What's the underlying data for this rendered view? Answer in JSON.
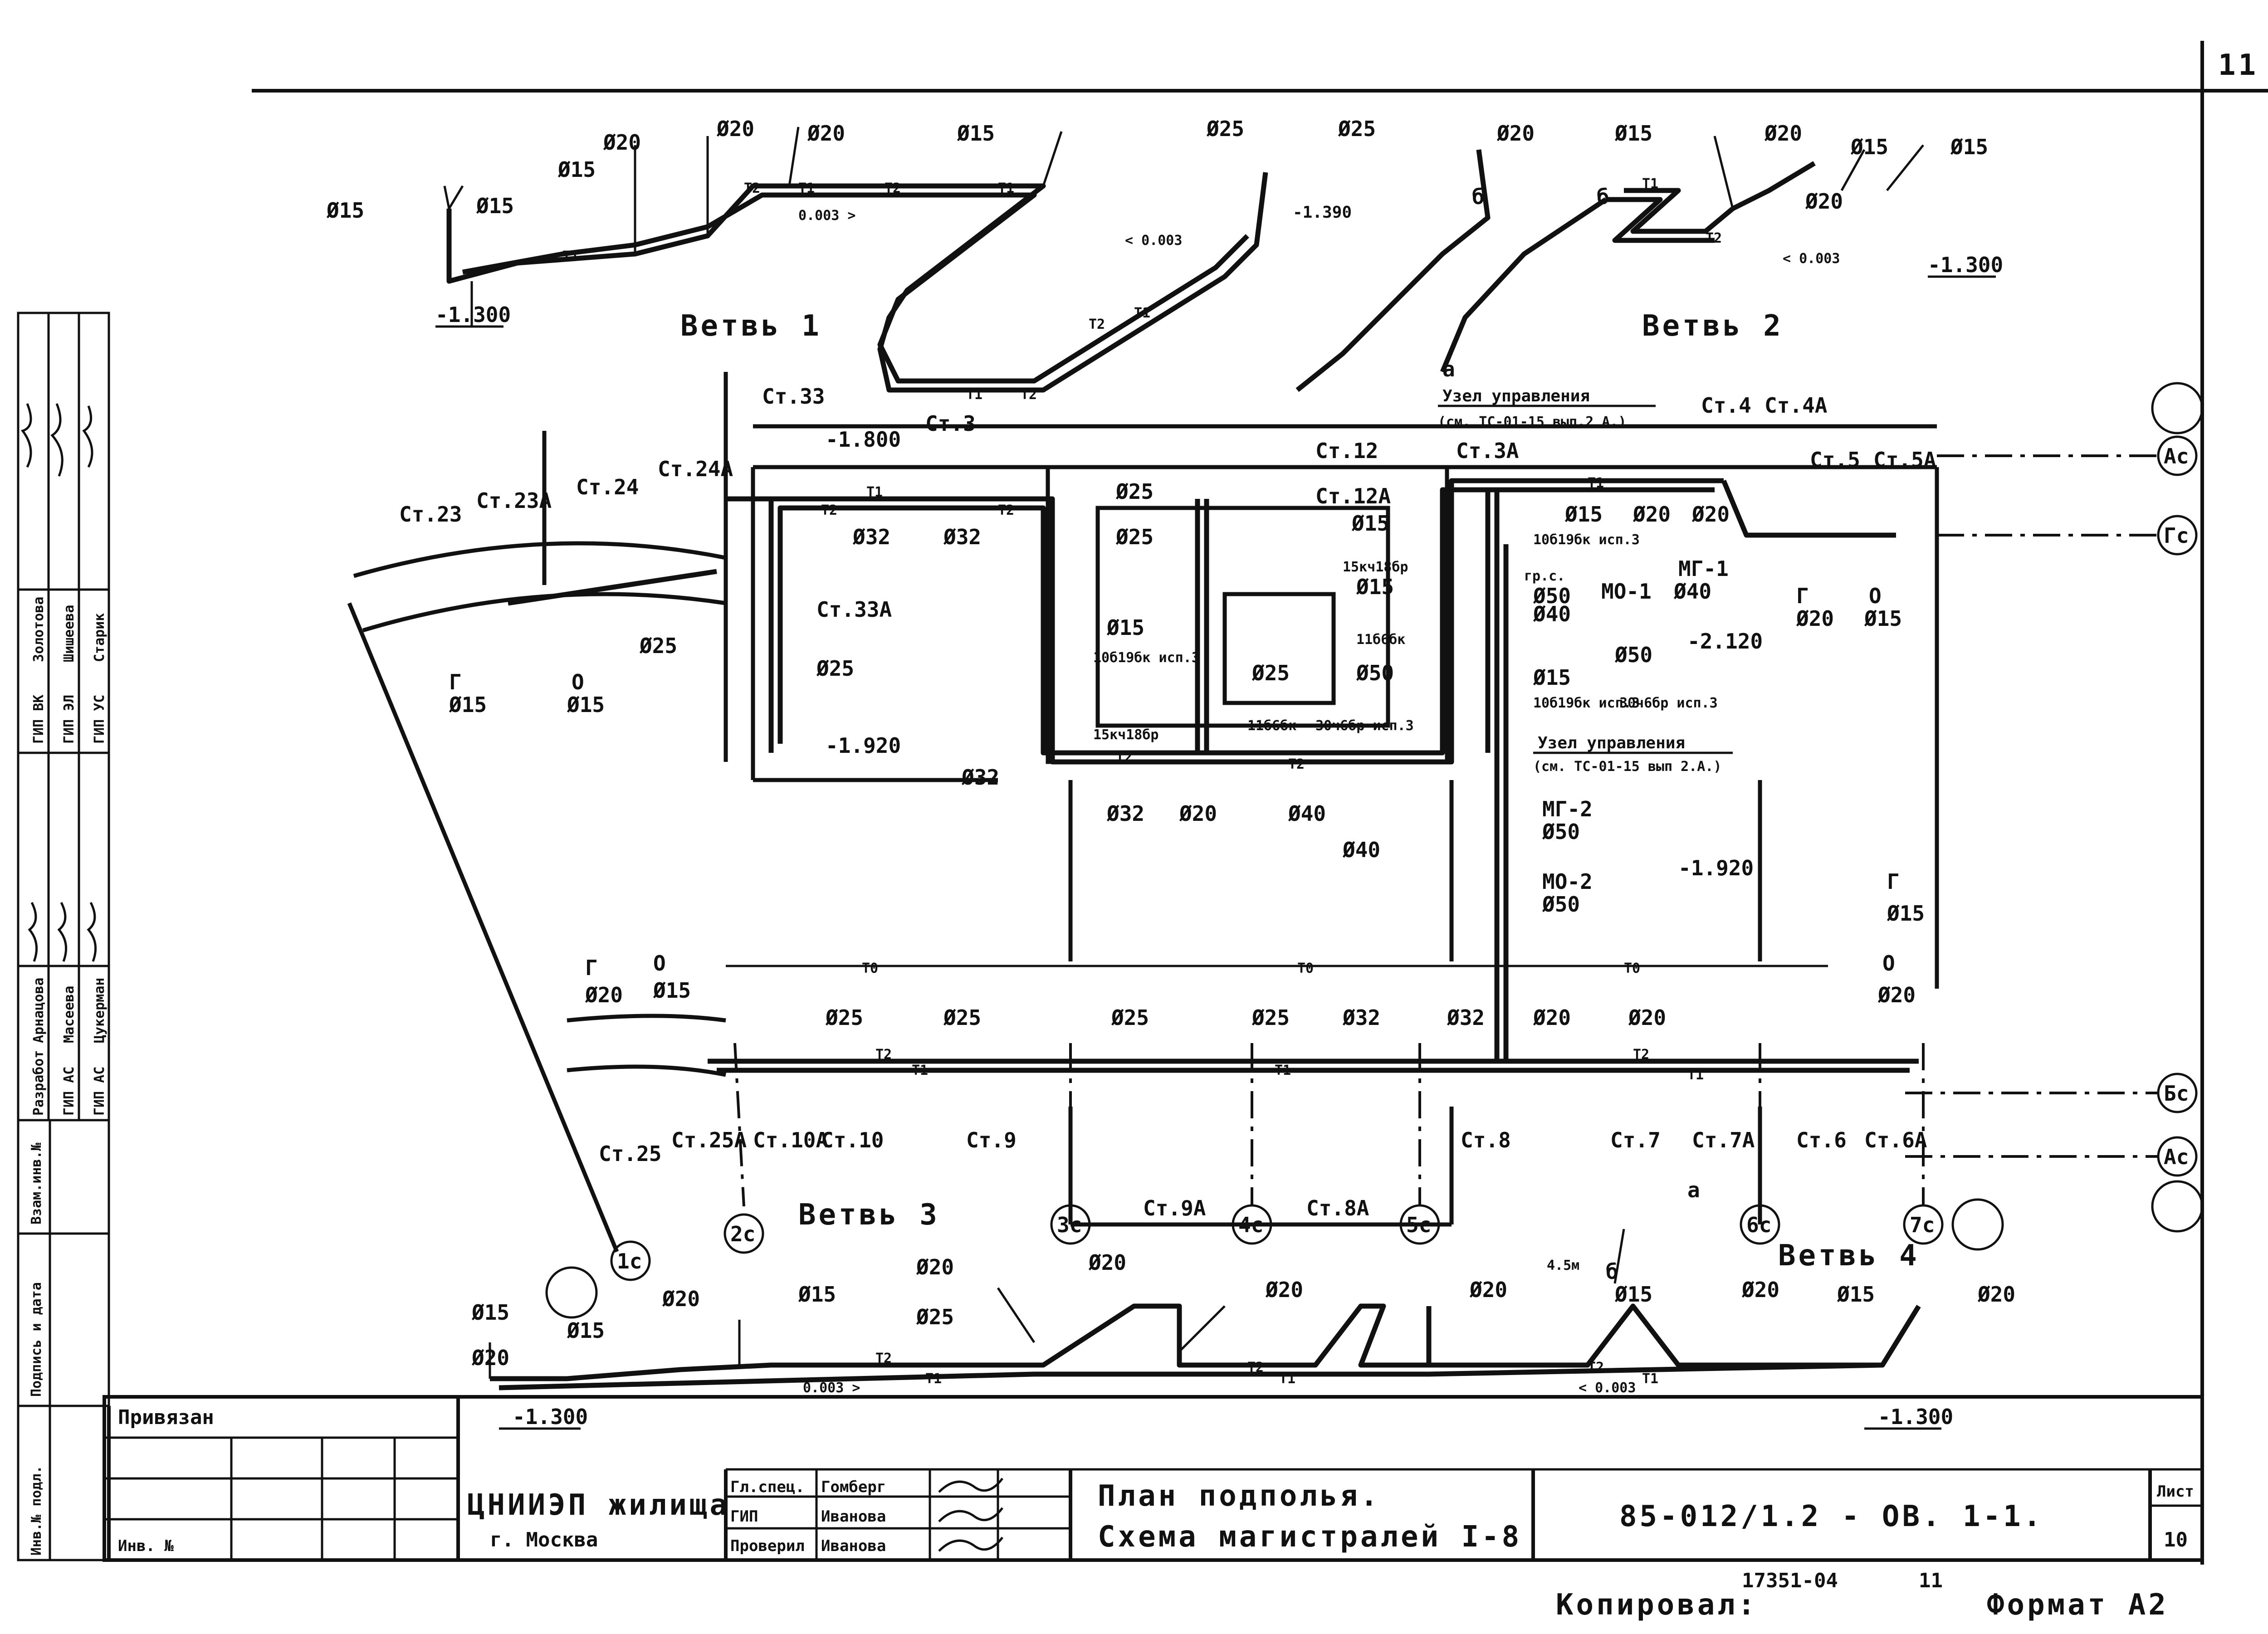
{
  "sheet_number": "11",
  "branches": {
    "b1": "Ветвь 1",
    "b2": "Ветвь 2",
    "b3": "Ветвь 3",
    "b4": "Ветвь 4"
  },
  "control_unit": {
    "title": "Узел управления",
    "ref_top": "(см. ТС-01-15 вып.2 А.)",
    "ref_bottom": "(см. ТС-01-15 вып 2.А.)"
  },
  "levels": {
    "l1300": "-1.300",
    "l1800": "-1.800",
    "l1920": "-1.920",
    "l2120": "-2.120",
    "l1390": "-1.390"
  },
  "slopes": {
    "s1": "0.003 >",
    "s2": "< 0.003",
    "s3": "< 0.003"
  },
  "lines": {
    "t1": "Т1",
    "t2": "Т2",
    "t0": "Т0"
  },
  "risers": {
    "st23": "Ст.23",
    "st23a": "Ст.23А",
    "st24": "Ст.24",
    "st24a": "Ст.24А",
    "st33": "Ст.33",
    "st33a": "Ст.33А",
    "st3": "Ст.3",
    "st3a": "Ст.3А",
    "st12": "Ст.12",
    "st12a": "Ст.12А",
    "st4": "Ст.4",
    "st4a": "Ст.4А",
    "st5": "Ст.5",
    "st5a": "Ст.5А",
    "st25": "Ст.25",
    "st25a": "Ст.25А",
    "st10a": "Ст.10А",
    "st10": "Ст.10",
    "st9": "Ст.9",
    "st9a": "Ст.9А",
    "st8a": "Ст.8А",
    "st8": "Ст.8",
    "st7": "Ст.7",
    "st7a": "Ст.7А",
    "st6": "Ст.6",
    "st6a": "Ст.6А"
  },
  "diameters": {
    "d15": "Ø15",
    "d20": "Ø20",
    "d25": "Ø25",
    "d32": "Ø32",
    "d40": "Ø40",
    "d50": "Ø50",
    "phi": "Ø"
  },
  "valves": {
    "v1": "10б19бк исп.3",
    "v2": "15кч18бр",
    "v3": "11б6бк",
    "v4": "30ч6бр исп.3",
    "v5": "гр.с."
  },
  "devices": {
    "mg1": "МГ-1",
    "mo1": "МО-1",
    "mg2": "МГ-2",
    "mo2": "МО-2"
  },
  "letters": {
    "g": "Г",
    "o": "О",
    "a": "а",
    "b": "б",
    "len": "4.5м"
  },
  "axes": {
    "ac": "Ас",
    "gc": "Гс",
    "bc": "Бс",
    "c1": "1с",
    "c2": "2с",
    "c3": "3с",
    "c4": "4с",
    "c5": "5с",
    "c6": "6с",
    "c7": "7с"
  },
  "side_stamp": {
    "r1a": "Разработ",
    "r1b": "Арнацова",
    "r2a": "ГИП АС",
    "r2b": "Масеева",
    "r3a": "ГИП АС",
    "r3b": "Цукерман",
    "r4a": "ГИП ВК",
    "r4b": "Золотова",
    "r5a": "ГИП ЭЛ",
    "r5b": "Шишеева",
    "r6a": "ГИП УС",
    "r6b": "Старик",
    "c1": "Инв.№ подл.",
    "c2": "Подпись и дата",
    "c3": "Взам.инв.№"
  },
  "title_block": {
    "bound": "Привязан",
    "inv": "Инв. №",
    "org1": "ЦНИИЭП жилища",
    "org2": "г. Москва",
    "role1": "Гл.спец.",
    "name1": "Гомберг",
    "role2": "ГИП",
    "name2": "Иванова",
    "role3": "Проверил",
    "name3": "Иванова",
    "title1": "План подполья.",
    "title2": "Схема магистралей I-8",
    "code": "85-012/1.2 - ОВ. 1-1.",
    "sheet_label": "Лист",
    "sheet_value": "10",
    "copied": "Копировал:",
    "copy_number": "17351-04",
    "copy_mark": "11",
    "format": "Формат А2"
  }
}
